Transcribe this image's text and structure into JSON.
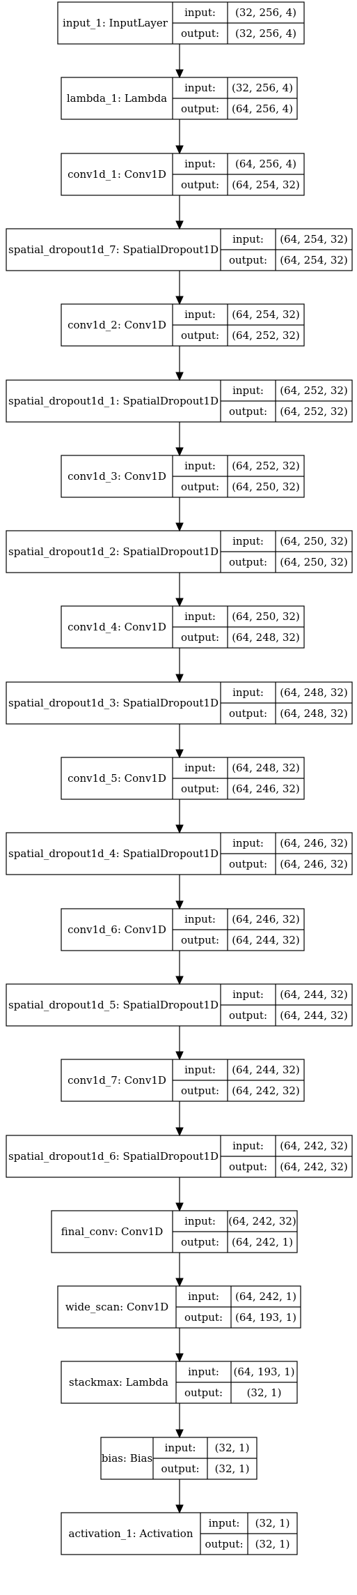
{
  "diagram": {
    "io_labels": {
      "input": "input:",
      "output": "output:"
    },
    "layers": [
      {
        "name": "input_1: InputLayer",
        "input": "(32, 256, 4)",
        "output": "(32, 256, 4)"
      },
      {
        "name": "lambda_1: Lambda",
        "input": "(32, 256, 4)",
        "output": "(64, 256, 4)"
      },
      {
        "name": "conv1d_1: Conv1D",
        "input": "(64, 256, 4)",
        "output": "(64, 254, 32)"
      },
      {
        "name": "spatial_dropout1d_7: SpatialDropout1D",
        "input": "(64, 254, 32)",
        "output": "(64, 254, 32)"
      },
      {
        "name": "conv1d_2: Conv1D",
        "input": "(64, 254, 32)",
        "output": "(64, 252, 32)"
      },
      {
        "name": "spatial_dropout1d_1: SpatialDropout1D",
        "input": "(64, 252, 32)",
        "output": "(64, 252, 32)"
      },
      {
        "name": "conv1d_3: Conv1D",
        "input": "(64, 252, 32)",
        "output": "(64, 250, 32)"
      },
      {
        "name": "spatial_dropout1d_2: SpatialDropout1D",
        "input": "(64, 250, 32)",
        "output": "(64, 250, 32)"
      },
      {
        "name": "conv1d_4: Conv1D",
        "input": "(64, 250, 32)",
        "output": "(64, 248, 32)"
      },
      {
        "name": "spatial_dropout1d_3: SpatialDropout1D",
        "input": "(64, 248, 32)",
        "output": "(64, 248, 32)"
      },
      {
        "name": "conv1d_5: Conv1D",
        "input": "(64, 248, 32)",
        "output": "(64, 246, 32)"
      },
      {
        "name": "spatial_dropout1d_4: SpatialDropout1D",
        "input": "(64, 246, 32)",
        "output": "(64, 246, 32)"
      },
      {
        "name": "conv1d_6: Conv1D",
        "input": "(64, 246, 32)",
        "output": "(64, 244, 32)"
      },
      {
        "name": "spatial_dropout1d_5: SpatialDropout1D",
        "input": "(64, 244, 32)",
        "output": "(64, 244, 32)"
      },
      {
        "name": "conv1d_7: Conv1D",
        "input": "(64, 244, 32)",
        "output": "(64, 242, 32)"
      },
      {
        "name": "spatial_dropout1d_6: SpatialDropout1D",
        "input": "(64, 242, 32)",
        "output": "(64, 242, 32)"
      },
      {
        "name": "final_conv: Conv1D",
        "input": "(64, 242, 32)",
        "output": "(64, 242, 1)"
      },
      {
        "name": "wide_scan: Conv1D",
        "input": "(64, 242, 1)",
        "output": "(64, 193, 1)"
      },
      {
        "name": "stackmax: Lambda",
        "input": "(64, 193, 1)",
        "output": "(32, 1)"
      },
      {
        "name": "bias: Bias",
        "input": "(32, 1)",
        "output": "(32, 1)"
      },
      {
        "name": "activation_1: Activation",
        "input": "(32, 1)",
        "output": "(32, 1)"
      }
    ]
  }
}
